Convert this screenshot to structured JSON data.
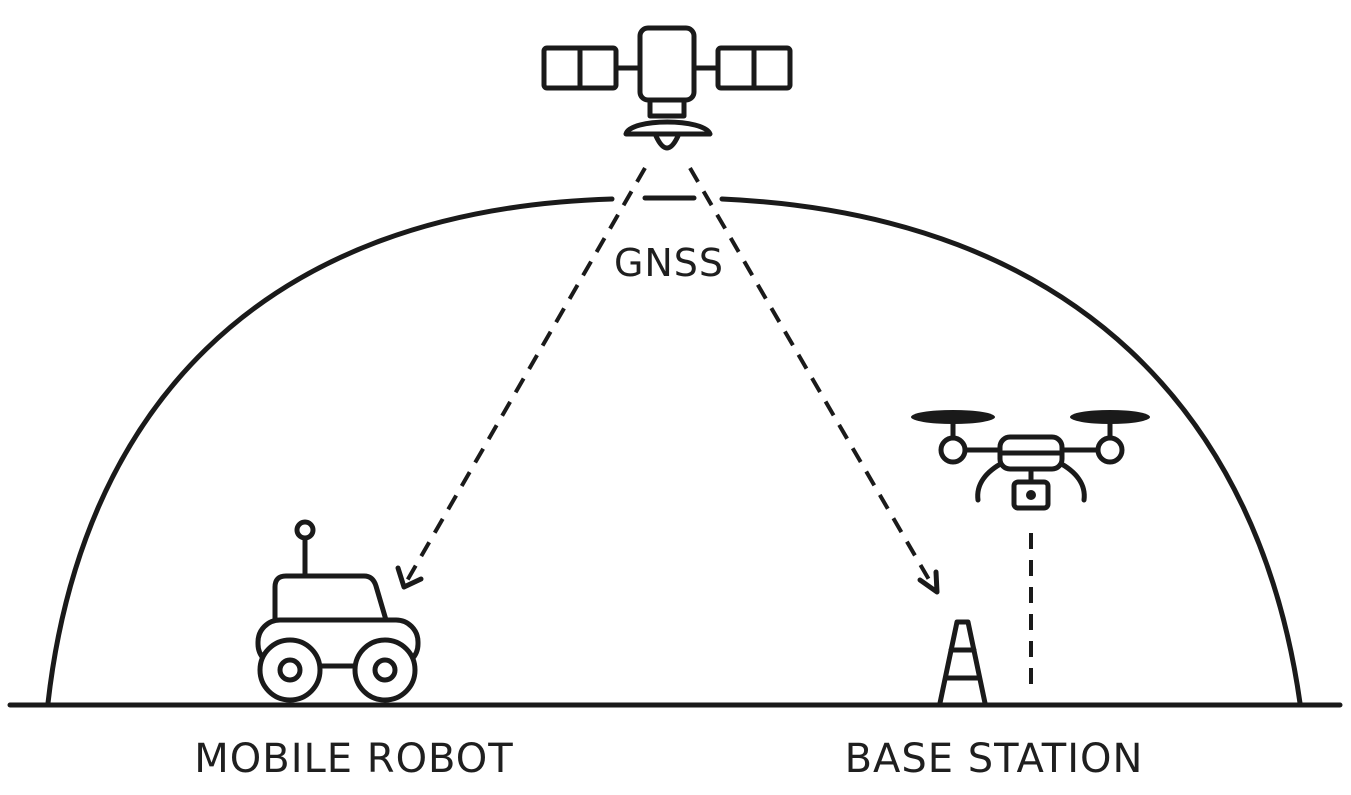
{
  "labels": {
    "gnss": "GNSS",
    "mobile_robot": "MOBILE ROBOT",
    "base_station": "BASE STATION"
  },
  "icons": [
    "satellite-icon",
    "drone-icon",
    "robot-rover-icon",
    "base-station-tower-icon"
  ],
  "colors": {
    "stroke": "#1a1a1a",
    "background": "#ffffff"
  }
}
